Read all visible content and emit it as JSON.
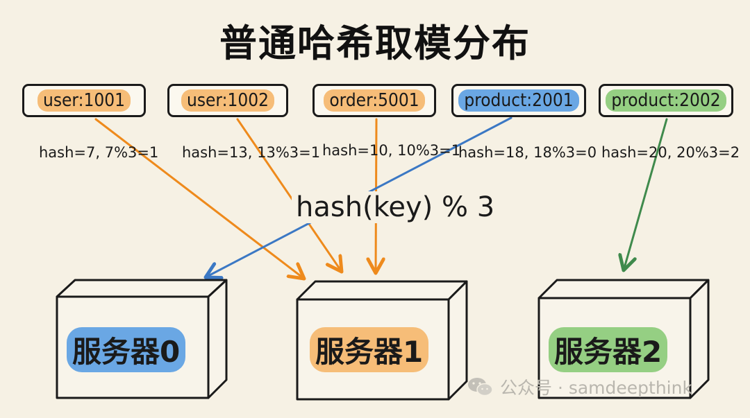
{
  "title": "普通哈希取模分布",
  "formula": "hash(key) % 3",
  "keys": [
    {
      "label": "user:1001",
      "hash_label": "hash=7, 7%3=1",
      "target": 1,
      "color": "#ee8a1c"
    },
    {
      "label": "user:1002",
      "hash_label": "hash=13, 13%3=1",
      "target": 1,
      "color": "#ee8a1c"
    },
    {
      "label": "order:5001",
      "hash_label": "hash=10, 10%3=1",
      "target": 1,
      "color": "#ee8a1c"
    },
    {
      "label": "product:2001",
      "hash_label": "hash=18, 18%3=0",
      "target": 0,
      "color": "#3b78c4"
    },
    {
      "label": "product:2002",
      "hash_label": "hash=20, 20%3=2",
      "target": 2,
      "color": "#3f8a4c"
    }
  ],
  "servers": [
    {
      "label": "服务器0",
      "color": "#6aa7e4"
    },
    {
      "label": "服务器1",
      "color": "#f6bd78"
    },
    {
      "label": "服务器2",
      "color": "#95cf83"
    }
  ],
  "watermark": {
    "text": "公众号 · samdeepthink",
    "icon": "wechat-icon"
  }
}
